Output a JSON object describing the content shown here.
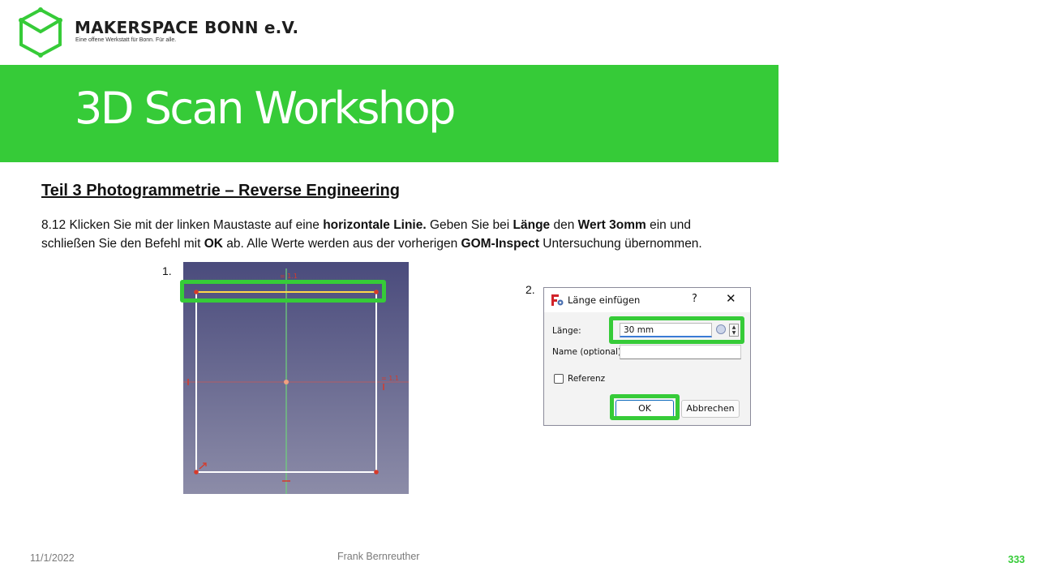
{
  "brand": {
    "name": "MAKERSPACE BONN e.V.",
    "tagline": "Eine offene Werkstatt für Bonn. Für alle.",
    "accent": "#36cb38"
  },
  "banner": {
    "title": "3D Scan Workshop"
  },
  "section": {
    "title": "Teil 3  Photogrammetrie  – Reverse Engineering"
  },
  "instruction": {
    "line1": [
      {
        "t": "8.12 Klicken Sie mit der linken Maustaste auf eine ",
        "b": false
      },
      {
        "t": "horizontale Linie.",
        "b": true
      },
      {
        "t": " Geben Sie bei ",
        "b": false
      },
      {
        "t": "Länge",
        "b": true
      },
      {
        "t": " den ",
        "b": false
      },
      {
        "t": "Wert 3omm",
        "b": true
      },
      {
        "t": " ein und",
        "b": false
      }
    ],
    "line2": [
      {
        "t": "schließen Sie den Befehl mit ",
        "b": false
      },
      {
        "t": "OK",
        "b": true
      },
      {
        "t": " ab. Alle Werte werden aus der vorherigen ",
        "b": false
      },
      {
        "t": "GOM-Inspect",
        "b": true
      },
      {
        "t": " Untersuchung übernommen.",
        "b": false
      }
    ]
  },
  "steps": {
    "step1": "1.",
    "step2": "2."
  },
  "dialog": {
    "title": "Länge einfügen",
    "help": "?",
    "close": "✕",
    "length_label": "Länge:",
    "length_value": "30 mm",
    "name_label": "Name (optional)",
    "name_value": "",
    "reference_label": "Referenz",
    "reference_checked": false,
    "ok_label": "OK",
    "cancel_label": "Abbrechen"
  },
  "footer": {
    "date": "11/1/2022",
    "author": "Frank Bernreuther",
    "page": "333"
  }
}
